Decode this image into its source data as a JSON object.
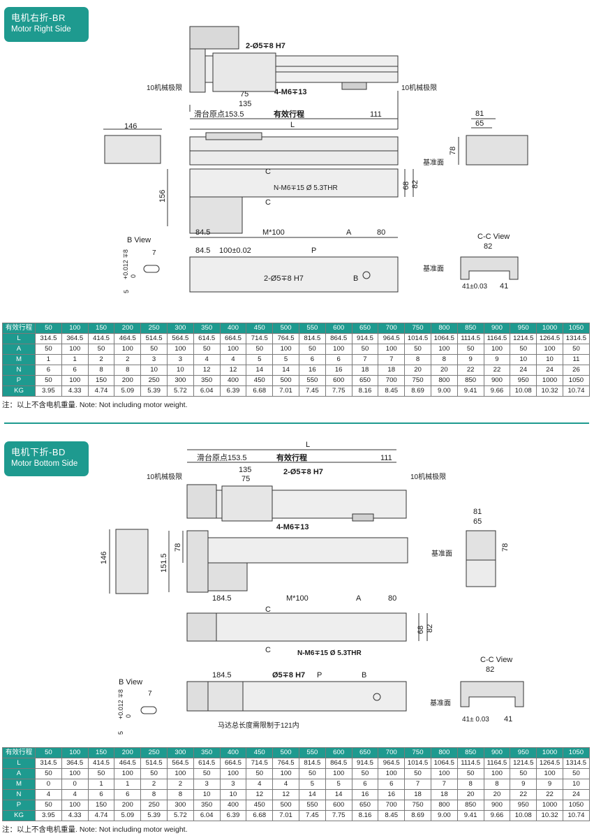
{
  "section1": {
    "badge_zh": "电机右折-BR",
    "badge_en": "Motor Right Side",
    "labels": {
      "hole_spec": "2-Ø5∓8 H7",
      "limit_left": "10机械极限",
      "limit_right": "10机械极限",
      "dim_75": "75",
      "screw_spec": "4-M6∓13",
      "dim_135": "135",
      "origin": "滑台原点153.5",
      "stroke": "有效行程",
      "dim_111": "111",
      "L": "L",
      "dim_146": "146",
      "dim_81": "81",
      "dim_65": "65",
      "dim_78": "78",
      "datum_1": "基准面",
      "C_top": "C",
      "C_bottom": "C",
      "thread_spec": "N-M6∓15 Ø 5.3THR",
      "dim_68": "68",
      "dim_82": "82",
      "dim_156": "156",
      "dim_845_a": "84.5",
      "m100": "M*100",
      "A": "A",
      "dim_80": "80",
      "b_view": "B View",
      "dim_7": "7",
      "tol_8": "+0.012 ∓8",
      "tol_5": "5",
      "tol_0": "0",
      "dim_845_b": "84.5",
      "dim_100": "100±0.02",
      "P": "P",
      "hole_spec_b": "2-Ø5∓8 H7",
      "B": "B",
      "cc_view": "C-C View",
      "cc_82": "82",
      "datum_2": "基准面",
      "cc_41a": "41±0.03",
      "cc_41b": "41"
    },
    "table": {
      "header": [
        "有效行程",
        "50",
        "100",
        "150",
        "200",
        "250",
        "300",
        "350",
        "400",
        "450",
        "500",
        "550",
        "600",
        "650",
        "700",
        "750",
        "800",
        "850",
        "900",
        "950",
        "1000",
        "1050"
      ],
      "rows": [
        [
          "L",
          "314.5",
          "364.5",
          "414.5",
          "464.5",
          "514.5",
          "564.5",
          "614.5",
          "664.5",
          "714.5",
          "764.5",
          "814.5",
          "864.5",
          "914.5",
          "964.5",
          "1014.5",
          "1064.5",
          "1114.5",
          "1164.5",
          "1214.5",
          "1264.5",
          "1314.5"
        ],
        [
          "A",
          "50",
          "100",
          "50",
          "100",
          "50",
          "100",
          "50",
          "100",
          "50",
          "100",
          "50",
          "100",
          "50",
          "100",
          "50",
          "100",
          "50",
          "100",
          "50",
          "100",
          "50"
        ],
        [
          "M",
          "1",
          "1",
          "2",
          "2",
          "3",
          "3",
          "4",
          "4",
          "5",
          "5",
          "6",
          "6",
          "7",
          "7",
          "8",
          "8",
          "9",
          "9",
          "10",
          "10",
          "11"
        ],
        [
          "N",
          "6",
          "6",
          "8",
          "8",
          "10",
          "10",
          "12",
          "12",
          "14",
          "14",
          "16",
          "16",
          "18",
          "18",
          "20",
          "20",
          "22",
          "22",
          "24",
          "24",
          "26"
        ],
        [
          "P",
          "50",
          "100",
          "150",
          "200",
          "250",
          "300",
          "350",
          "400",
          "450",
          "500",
          "550",
          "600",
          "650",
          "700",
          "750",
          "800",
          "850",
          "900",
          "950",
          "1000",
          "1050"
        ],
        [
          "KG",
          "3.95",
          "4.33",
          "4.74",
          "5.09",
          "5.39",
          "5.72",
          "6.04",
          "6.39",
          "6.68",
          "7.01",
          "7.45",
          "7.75",
          "8.16",
          "8.45",
          "8.69",
          "9.00",
          "9.41",
          "9.66",
          "10.08",
          "10.32",
          "10.74"
        ]
      ]
    },
    "note": "注：以上不含电机重量. Note: Not including motor weight."
  },
  "section2": {
    "badge_zh": "电机下折-BD",
    "badge_en": "Motor Bottom Side",
    "labels": {
      "L": "L",
      "origin": "滑台原点153.5",
      "stroke": "有效行程",
      "dim_111": "111",
      "dim_135": "135",
      "hole_spec": "2-Ø5∓8 H7",
      "limit_left": "10机械极限",
      "dim_75": "75",
      "limit_right": "10机械极限",
      "screw_spec": "4-M6∓13",
      "dim_81": "81",
      "dim_65": "65",
      "datum_1": "基准面",
      "dim_78_r": "78",
      "dim_146": "146",
      "dim_1515": "151.5",
      "dim_78": "78",
      "dim_1845_a": "184.5",
      "m100": "M*100",
      "A": "A",
      "dim_80": "80",
      "C_top": "C",
      "dim_68": "68",
      "dim_82": "82",
      "C_bottom": "C",
      "thread_spec": "N-M6∓15 Ø 5.3THR",
      "b_view": "B View",
      "dim_7": "7",
      "tol_8": "+0.012 ∓8",
      "tol_5": "5",
      "tol_0": "0",
      "dim_1845_b": "184.5",
      "hole_b": "Ø5∓8 H7",
      "P": "P",
      "B": "B",
      "motor_note": "马达总长度需限制于121内",
      "cc_view": "C-C View",
      "cc_82": "82",
      "datum_2": "基准面",
      "cc_41a": "41± 0.03",
      "cc_41b": "41"
    },
    "table": {
      "header": [
        "有效行程",
        "50",
        "100",
        "150",
        "200",
        "250",
        "300",
        "350",
        "400",
        "450",
        "500",
        "550",
        "600",
        "650",
        "700",
        "750",
        "800",
        "850",
        "900",
        "950",
        "1000",
        "1050"
      ],
      "rows": [
        [
          "L",
          "314.5",
          "364.5",
          "414.5",
          "464.5",
          "514.5",
          "564.5",
          "614.5",
          "664.5",
          "714.5",
          "764.5",
          "814.5",
          "864.5",
          "914.5",
          "964.5",
          "1014.5",
          "1064.5",
          "1114.5",
          "1164.5",
          "1214.5",
          "1264.5",
          "1314.5"
        ],
        [
          "A",
          "50",
          "100",
          "50",
          "100",
          "50",
          "100",
          "50",
          "100",
          "50",
          "100",
          "50",
          "100",
          "50",
          "100",
          "50",
          "100",
          "50",
          "100",
          "50",
          "100",
          "50"
        ],
        [
          "M",
          "0",
          "0",
          "1",
          "1",
          "2",
          "2",
          "3",
          "3",
          "4",
          "4",
          "5",
          "5",
          "6",
          "6",
          "7",
          "7",
          "8",
          "8",
          "9",
          "9",
          "10"
        ],
        [
          "N",
          "4",
          "4",
          "6",
          "6",
          "8",
          "8",
          "10",
          "10",
          "12",
          "12",
          "14",
          "14",
          "16",
          "16",
          "18",
          "18",
          "20",
          "20",
          "22",
          "22",
          "24"
        ],
        [
          "P",
          "50",
          "100",
          "150",
          "200",
          "250",
          "300",
          "350",
          "400",
          "450",
          "500",
          "550",
          "600",
          "650",
          "700",
          "750",
          "800",
          "850",
          "900",
          "950",
          "1000",
          "1050"
        ],
        [
          "KG",
          "3.95",
          "4.33",
          "4.74",
          "5.09",
          "5.39",
          "5.72",
          "6.04",
          "6.39",
          "6.68",
          "7.01",
          "7.45",
          "7.75",
          "8.16",
          "8.45",
          "8.69",
          "9.00",
          "9.41",
          "9.66",
          "10.08",
          "10.32",
          "10.74"
        ]
      ]
    },
    "note": "注：以上不含电机重量. Note: Not including motor weight."
  }
}
